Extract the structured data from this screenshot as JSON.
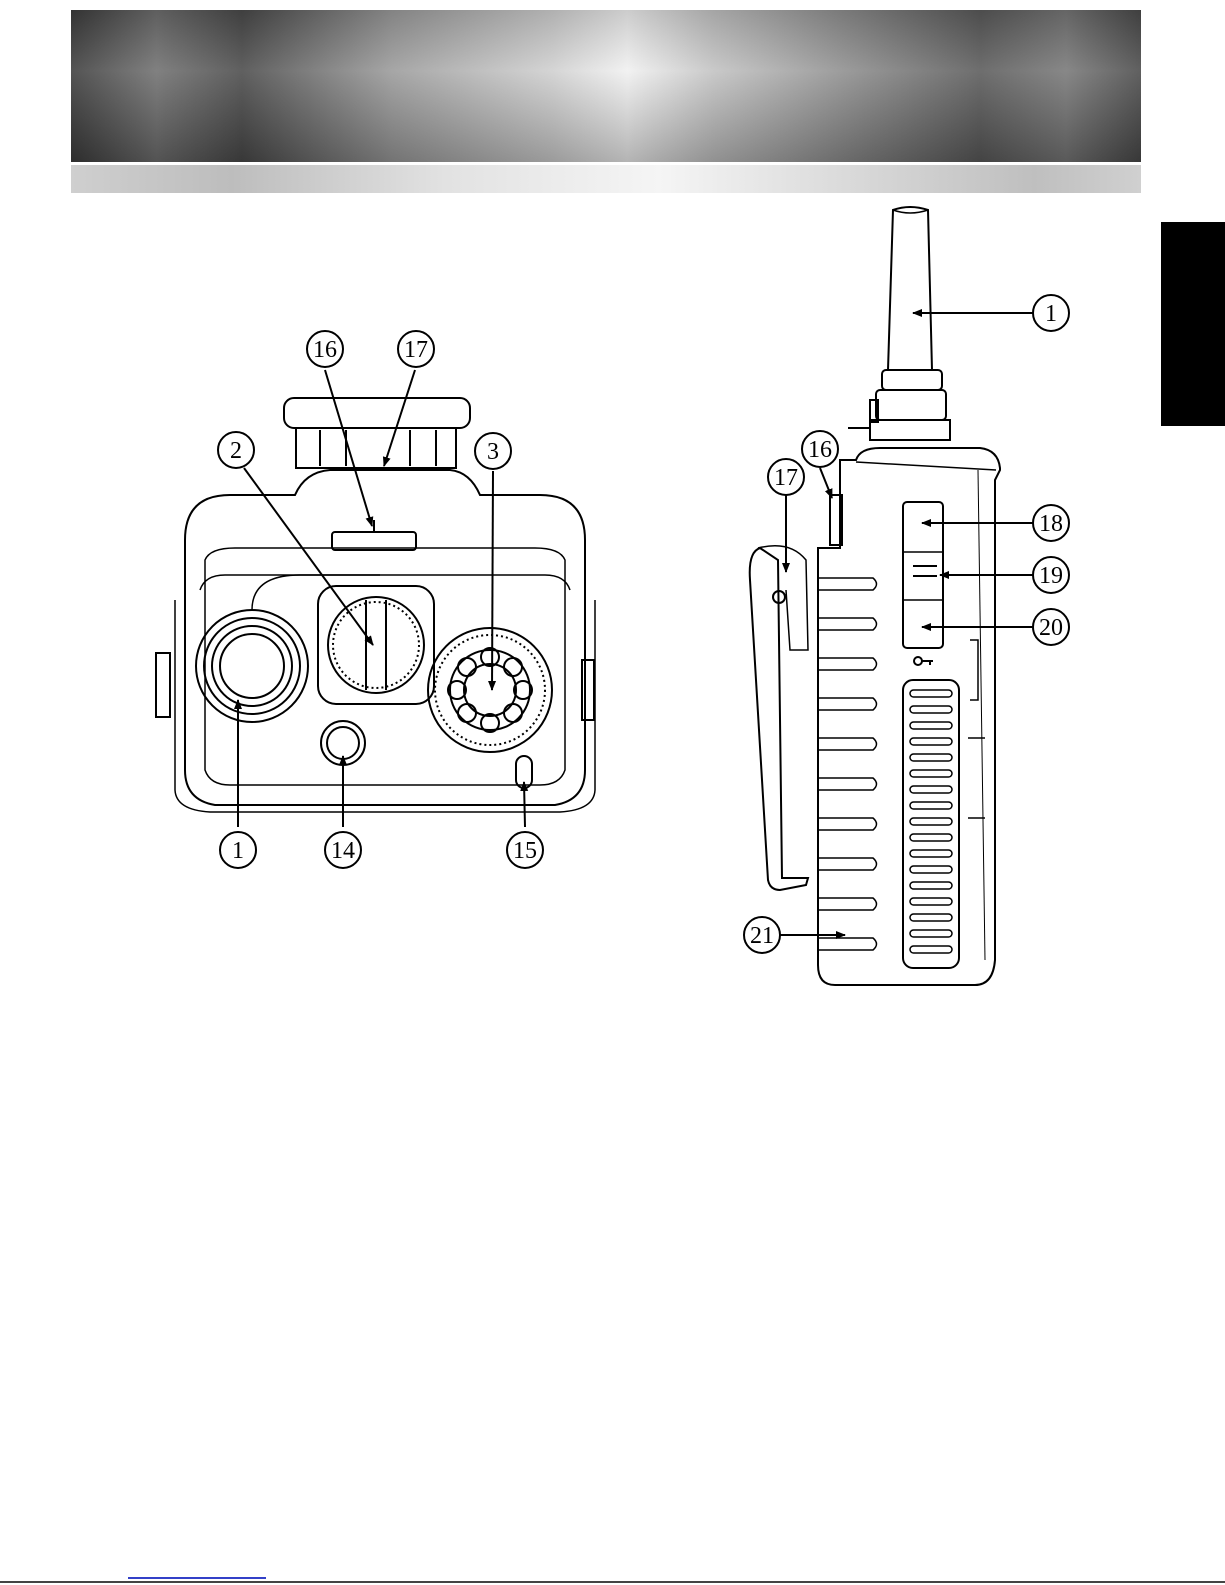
{
  "front_view": {
    "callouts": [
      {
        "id": "front-1",
        "label": "1"
      },
      {
        "id": "front-2",
        "label": "2"
      },
      {
        "id": "front-3",
        "label": "3"
      },
      {
        "id": "front-14",
        "label": "14"
      },
      {
        "id": "front-15",
        "label": "15"
      },
      {
        "id": "front-16",
        "label": "16"
      },
      {
        "id": "front-17",
        "label": "17"
      }
    ]
  },
  "side_view": {
    "callouts": [
      {
        "id": "side-1",
        "label": "1"
      },
      {
        "id": "side-16",
        "label": "16"
      },
      {
        "id": "side-17",
        "label": "17"
      },
      {
        "id": "side-18",
        "label": "18"
      },
      {
        "id": "side-19",
        "label": "19"
      },
      {
        "id": "side-20",
        "label": "20"
      },
      {
        "id": "side-21",
        "label": "21"
      }
    ]
  },
  "colors": {
    "header_dark": "#4a4a4a",
    "header_light": "#f0f0f0",
    "side_tab": "#000000",
    "footer_link": "#3340c8"
  }
}
